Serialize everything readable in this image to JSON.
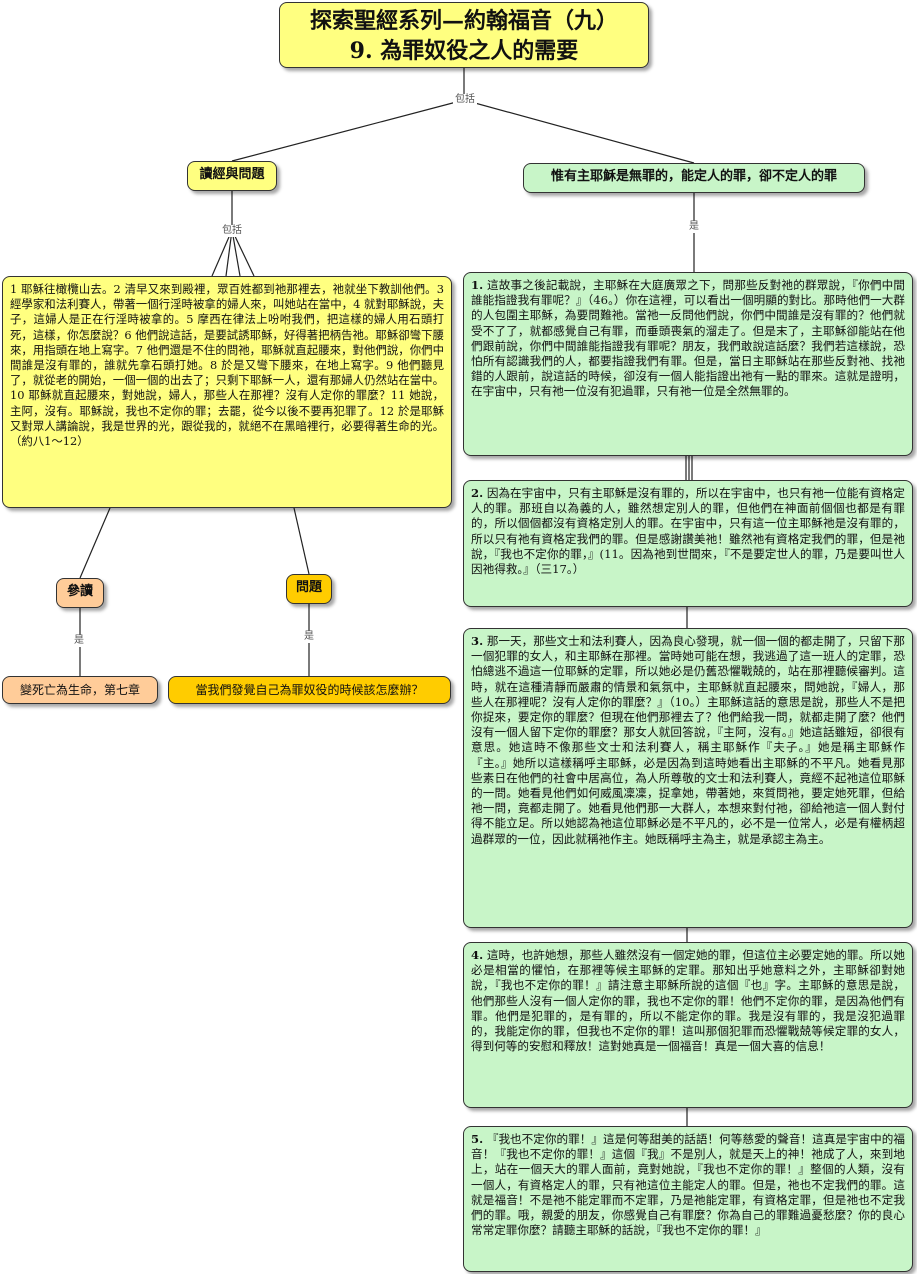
{
  "root": {
    "line1": "探索聖經系列—約翰福音（九）",
    "line2": "9. 為罪奴役之人的需要"
  },
  "link_labels": {
    "root_include": "包括",
    "left_include": "包括",
    "right_is": "是",
    "ref_is": "是",
    "question_is": "是"
  },
  "left_branch": {
    "header": "讀經與問題",
    "passage": "1 耶穌往橄欖山去。2 清早又來到殿裡，眾百姓都到祂那裡去，祂就坐下教訓他們。3 經學家和法利賽人，帶著一個行淫時被拿的婦人來，叫她站在當中，4 就對耶穌說，夫子，這婦人是正在行淫時被拿的。5 摩西在律法上吩咐我們，把這樣的婦人用石頭打死，這樣，你怎麼說？6 他們說這話，是要試誘耶穌，好得著把柄告祂。耶穌卻彎下腰來，用指頭在地上寫字。7 他們還是不住的問祂，耶穌就直起腰來，對他們說，你們中間誰是沒有罪的，誰就先拿石頭打她。8 於是又彎下腰來，在地上寫字。9 他們聽見了，就從老的開始，一個一個的出去了；只剩下耶穌一人，還有那婦人仍然站在當中。10 耶穌就直起腰來，對她說，婦人，那些人在那裡？沒有人定你的罪麼？11 她說，主阿，沒有。耶穌說，我也不定你的罪；去罷，從今以後不要再犯罪了。12 於是耶穌又對眾人講論說，我是世界的光，跟從我的，就絕不在黑暗裡行，必要得著生命的光。（約八1～12）",
    "reference_header": "參讀",
    "reference_text": "變死亡為生命，第七章",
    "question_header": "問題",
    "question_text": "當我們發覺自己為罪奴役的時候該怎麼辦？"
  },
  "right_branch": {
    "header": "惟有主耶穌是無罪的，能定人的罪，卻不定人的罪",
    "points": [
      {
        "num": "1.",
        "text": "這故事之後記載說，主耶穌在大庭廣眾之下，問那些反對祂的群眾說，『你們中間誰能指證我有罪呢？』（46。）你在這裡，可以看出一個明顯的對比。那時他們一大群的人包圍主耶穌，為要問難祂。當祂一反問他們說，你們中間誰是沒有罪的？他們就受不了了，就都感覺自己有罪，而垂頭喪氣的溜走了。但是末了，主耶穌卻能站在他們跟前說，你們中間誰能指證我有罪呢？朋友，我們敢說這話麼？我們若這樣說，恐怕所有認識我們的人，都要指證我們有罪。但是，當日主耶穌站在那些反對祂、找祂錯的人跟前，說這話的時候，卻沒有一個人能指證出祂有一點的罪來。這就是證明，在宇宙中，只有祂一位沒有犯過罪，只有祂一位是全然無罪的。"
      },
      {
        "num": "2.",
        "text": "因為在宇宙中，只有主耶穌是沒有罪的，所以在宇宙中，也只有祂一位能有資格定人的罪。那班自以為義的人，雖然想定別人的罪，但他們在神面前個個也都是有罪的，所以個個都沒有資格定別人的罪。在宇宙中，只有這一位主耶穌祂是沒有罪的，所以只有祂有資格定我們的罪。但是感謝讚美祂！雖然祂有資格定我們的罪，但是祂說，『我也不定你的罪，』(11。因為祂到世間來，『不是要定世人的罪，乃是要叫世人因祂得救。』（三17。）"
      },
      {
        "num": "3.",
        "text": "那一天，那些文士和法利賽人，因為良心發現，就一個一個的都走開了，只留下那一個犯罪的女人，和主耶穌在那裡。當時她可能在想，我逃過了這一班人的定罪，恐怕總逃不過這一位耶穌的定罪，所以她必是仍舊恐懼戰兢的，站在那裡聽候審判。這時，就在這種清靜而嚴肅的情景和氣氛中，主耶穌就直起腰來，問她說，『婦人，那些人在那裡呢？沒有人定你的罪麼？』（10。）主耶穌這話的意思是說，那些人不是把你捉來，要定你的罪麼？但現在他們那裡去了？他們給我一問，就都走開了麼？他們沒有一個人留下定你的罪麼？那女人就回答說，『主阿，沒有。』她這話雖短，卻很有意思。她這時不像那些文士和法利賽人，稱主耶穌作『夫子。』她是稱主耶穌作『主。』她所以這樣稱呼主耶穌，必是因為到這時她看出主耶穌的不平凡。她看見那些素日在他們的社會中居高位，為人所尊敬的文士和法利賽人，竟經不起祂這位耶穌的一問。她看見他們如何威風凜凜，捉拿她，帶著她，來質問祂，要定她死罪，但給祂一問，竟都走開了。她看見他們那一大群人，本想來對付祂，卻給祂這一個人對付得不能立足。所以她認為祂這位耶穌必是不平凡的，必不是一位常人，必是有權柄超過群眾的一位，因此就稱祂作主。她既稱呼主為主，就是承認主為主。"
      },
      {
        "num": "4.",
        "text": "這時，也許她想，那些人雖然沒有一個定她的罪，但這位主必要定她的罪。所以她必是相當的懼怕，在那裡等候主耶穌的定罪。那知出乎她意料之外，主耶穌卻對她說，『我也不定你的罪！』請注意主耶穌所說的這個『也』字。主耶穌的意思是說，他們那些人沒有一個人定你的罪，我也不定你的罪！他們不定你的罪，是因為他們有罪。他們是犯罪的，是有罪的，所以不能定你的罪。我是沒有罪的，我是沒犯過罪的，我能定你的罪，但我也不定你的罪！這叫那個犯罪而恐懼戰兢等候定罪的女人，得到何等的安慰和釋放！這對她真是一個福音！真是一個大喜的信息！"
      },
      {
        "num": "5.",
        "text": "『我也不定你的罪！』這是何等甜美的話語！何等慈愛的聲音！這真是宇宙中的福音！『我也不定你的罪！』這個『我』不是別人，就是天上的神！祂成了人，來到地上，站在一個天大的罪人面前，竟對她說，『我也不定你的罪！』整個的人類，沒有一個人，有資格定人的罪，只有祂這位主能定人的罪。但是，祂也不定我們的罪。這就是福音！不是祂不能定罪而不定罪，乃是祂能定罪，有資格定罪，但是祂也不定我們的罪。哦，親愛的朋友，你感覺自己有罪麼？你為自己的罪難過憂愁麼？你的良心常常定罪你麼？請聽主耶穌的話說，『我也不定你的罪！』"
      }
    ]
  }
}
